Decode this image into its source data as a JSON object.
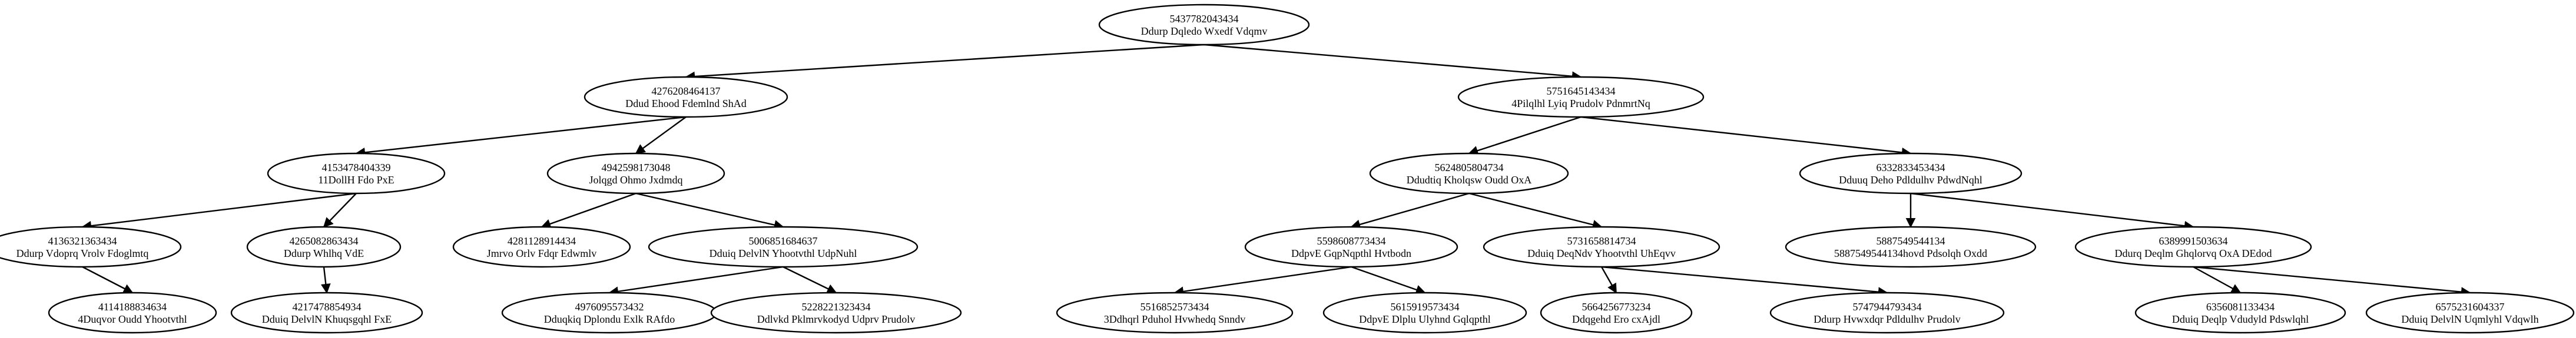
{
  "tree": {
    "nodes": [
      {
        "id": "n1",
        "line1": "5437782043434",
        "line2": "Ddurp Dqledo Wxedf Vdqmv",
        "parent": null
      },
      {
        "id": "n2",
        "line1": "4276208464137",
        "line2": "Ddud Ehood Fdemlnd ShAd",
        "parent": "n1"
      },
      {
        "id": "n3",
        "line1": "5751645143434",
        "line2": "4Pilqlhl Lyiq Prudolv PdnmrtNq",
        "parent": "n1"
      },
      {
        "id": "n4",
        "line1": "4153478404339",
        "line2": "11DollH Fdo PxE",
        "parent": "n2"
      },
      {
        "id": "n5",
        "line1": "4942598173048",
        "line2": "Jolqgd Ohmo Jxdmdq",
        "parent": "n2"
      },
      {
        "id": "n6",
        "line1": "5624805804734",
        "line2": "Ddudtiq Kholqsw Oudd OxA",
        "parent": "n3"
      },
      {
        "id": "n7",
        "line1": "6332833453434",
        "line2": "Dduuq Deho Pdldulhv PdwdNqhl",
        "parent": "n3"
      },
      {
        "id": "n8",
        "line1": "4136321363434",
        "line2": "Ddurp Vdoprq Vrolv Fdoglmtq",
        "parent": "n4"
      },
      {
        "id": "n9",
        "line1": "4265082863434",
        "line2": "Ddurp Whlhq VdE",
        "parent": "n4"
      },
      {
        "id": "n10",
        "line1": "4281128914434",
        "line2": "Jmrvo Orlv Fdqr Edwmlv",
        "parent": "n5"
      },
      {
        "id": "n11",
        "line1": "5006851684637",
        "line2": "Dduiq DelvlN Yhootvthl UdpNuhl",
        "parent": "n5"
      },
      {
        "id": "n12",
        "line1": "5598608773434",
        "line2": "DdpvE GqpNqpthl Hvtbodn",
        "parent": "n6"
      },
      {
        "id": "n13",
        "line1": "5731658814734",
        "line2": "Dduiq DeqNdv Yhootvthl UhEqvv",
        "parent": "n6"
      },
      {
        "id": "n14",
        "line1": "5887549544134",
        "line2": "5887549544134hovd Pdsolqh Oxdd",
        "parent": "n7"
      },
      {
        "id": "n15",
        "line1": "6389991503634",
        "line2": "Ddurq Deqlm Ghqlorvq OxA DEdod",
        "parent": "n7"
      },
      {
        "id": "n16",
        "line1": "4114188834634",
        "line2": "4Duqvor Oudd Yhootvthl",
        "parent": "n8"
      },
      {
        "id": "n17",
        "line1": "4217478854934",
        "line2": "Dduiq DelvlN Khuqsgqhl FxE",
        "parent": "n9"
      },
      {
        "id": "n18",
        "line1": "4976095573432",
        "line2": "Dduqkiq Dplondu Exlk RAfdo",
        "parent": "n11"
      },
      {
        "id": "n19",
        "line1": "5228221323434",
        "line2": "Ddlvkd Pklmrvkodyd Udprv Prudolv",
        "parent": "n11"
      },
      {
        "id": "n20",
        "line1": "5516852573434",
        "line2": "3Ddhqrl Pduhol Hvwhedq Snndv",
        "parent": "n12"
      },
      {
        "id": "n21",
        "line1": "5615919573434",
        "line2": "DdpvE Dlplu Ulyhnd Gqlqpthl",
        "parent": "n12"
      },
      {
        "id": "n22",
        "line1": "5664256773234",
        "line2": "Ddqgehd Ero cxAjdl",
        "parent": "n13"
      },
      {
        "id": "n23",
        "line1": "5747944793434",
        "line2": "Ddurp Hvwxdqr Pdldulhv Prudolv",
        "parent": "n13"
      },
      {
        "id": "n24",
        "line1": "6356081133434",
        "line2": "Dduiq Deqlp Vdudyld Pdswlqhl",
        "parent": "n15"
      },
      {
        "id": "n25",
        "line1": "6575231604337",
        "line2": "Dduiq DelvlN Uqmlyhl Vdqwlh",
        "parent": "n15"
      }
    ]
  }
}
